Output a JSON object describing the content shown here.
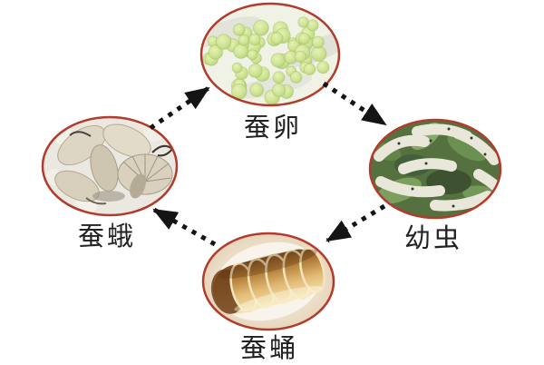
{
  "diagram": {
    "stages": [
      {
        "id": "eggs",
        "label": "蚕卵"
      },
      {
        "id": "larvae",
        "label": "幼虫"
      },
      {
        "id": "pupa",
        "label": "蚕蛹"
      },
      {
        "id": "moth",
        "label": "蚕蛾"
      }
    ],
    "arrows": [
      {
        "from": "moth",
        "to": "eggs"
      },
      {
        "from": "eggs",
        "to": "larvae"
      },
      {
        "from": "larvae",
        "to": "pupa"
      },
      {
        "from": "pupa",
        "to": "moth"
      }
    ],
    "colors": {
      "background": "#ffffff",
      "ellipse_border": "#b23b2b",
      "arrow": "#141414",
      "label_text": "#222222",
      "egg_green": "#cde49b"
    }
  }
}
